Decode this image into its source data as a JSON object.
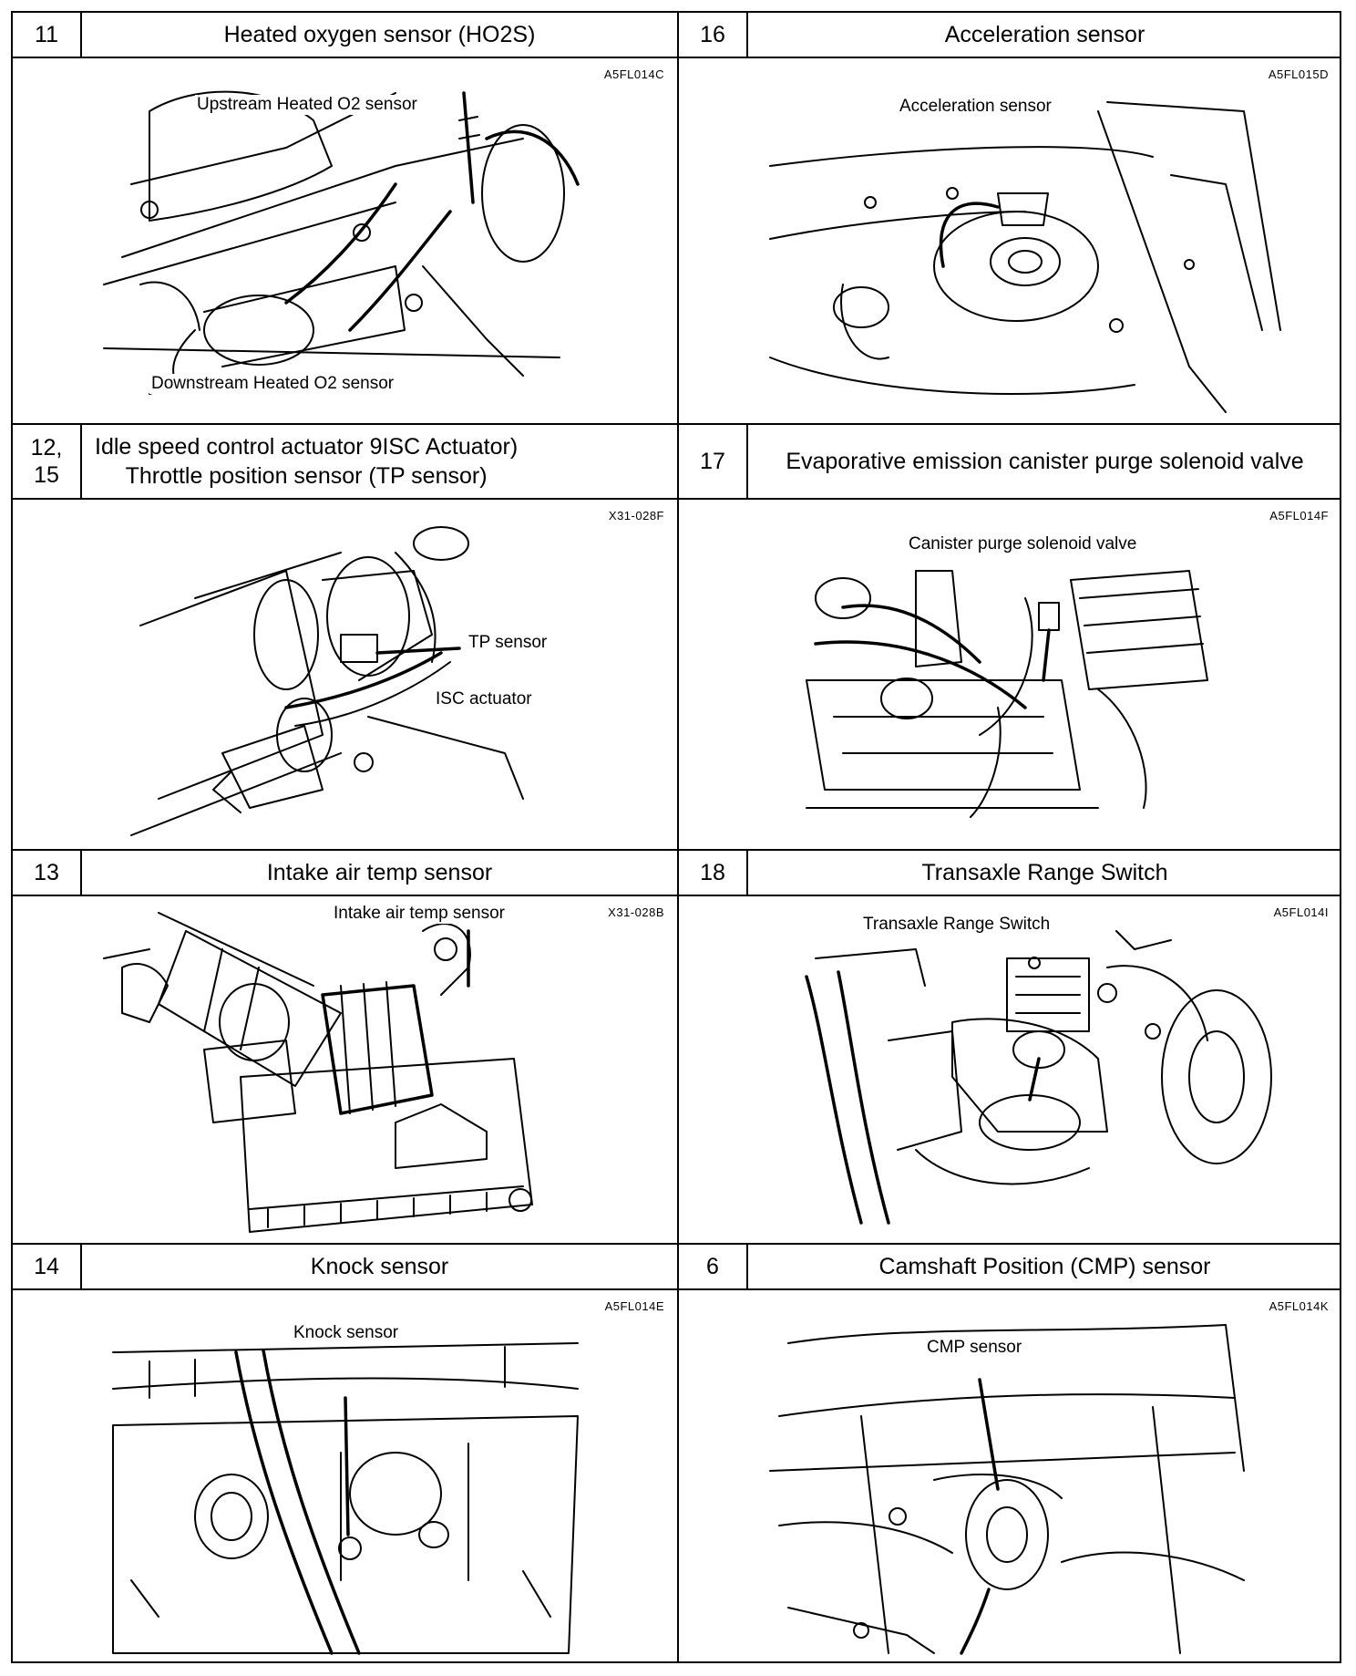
{
  "cells": [
    {
      "num": "11",
      "title": "Heated oxygen sensor (HO2S)",
      "code": "A5FL014C",
      "labels": [
        "Upstream Heated O2 sensor",
        "Downstream Heated O2 sensor"
      ],
      "icon": "exhaust-o2-sensor-illustration"
    },
    {
      "num": "16",
      "title": "Acceleration sensor",
      "code": "A5FL015D",
      "labels": [
        "Acceleration sensor"
      ],
      "icon": "strut-tower-illustration"
    },
    {
      "num": "12,\n15",
      "title": "Idle speed control actuator 9ISC Actuator)\nThrottle position sensor (TP sensor)",
      "code": "X31-028F",
      "labels": [
        "TP sensor",
        "ISC actuator"
      ],
      "icon": "throttle-body-illustration"
    },
    {
      "num": "17",
      "title": "Evaporative emission canister purge solenoid valve",
      "code": "A5FL014F",
      "labels": [
        "Canister purge solenoid valve"
      ],
      "icon": "engine-bay-illustration"
    },
    {
      "num": "13",
      "title": "Intake air temp sensor",
      "code": "X31-028B",
      "labels": [
        "Intake air temp sensor"
      ],
      "icon": "air-cleaner-illustration"
    },
    {
      "num": "18",
      "title": "Transaxle Range Switch",
      "code": "A5FL014I",
      "labels": [
        "Transaxle Range Switch"
      ],
      "icon": "transaxle-illustration"
    },
    {
      "num": "14",
      "title": "Knock sensor",
      "code": "A5FL014E",
      "labels": [
        "Knock sensor"
      ],
      "icon": "engine-block-illustration"
    },
    {
      "num": "6",
      "title": "Camshaft Position (CMP) sensor",
      "code": "A5FL014K",
      "labels": [
        "CMP sensor"
      ],
      "icon": "cylinder-head-illustration"
    }
  ]
}
